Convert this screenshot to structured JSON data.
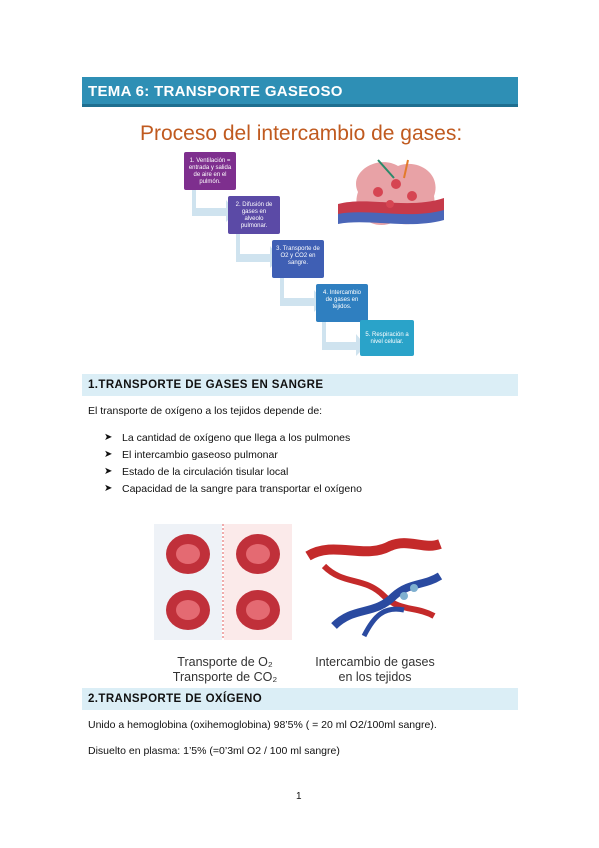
{
  "header": {
    "title": "TEMA 6: TRANSPORTE GASEOSO"
  },
  "process": {
    "title": "Proceso del intercambio de gases:",
    "steps": [
      "1. Ventilación = entrada y salida de aire en el pulmón.",
      "2. Difusión de gases en alveolo pulmonar.",
      "3. Transporte de O2 y CO2 en sangre.",
      "4. Intercambio de gases en tejidos.",
      "5. Respiración a nivel celular."
    ],
    "colors": [
      "#7e2f8e",
      "#5b4aa6",
      "#3f5fb4",
      "#2f7fc0",
      "#2aa3c9"
    ]
  },
  "section1": {
    "heading": "1.TRANSPORTE DE GASES EN SANGRE",
    "intro": "El transporte de oxígeno a los tejidos depende de:",
    "bullets": [
      "La cantidad de oxígeno que llega a los pulmones",
      "El intercambio gaseoso pulmonar",
      "Estado de la circulación tisular local",
      "Capacidad de la sangre para transportar el oxígeno"
    ],
    "figure_left_caption_1": "Transporte de O₂",
    "figure_left_caption_2": "Transporte de CO₂",
    "figure_right_caption_1": "Intercambio de gases",
    "figure_right_caption_2": "en los tejidos"
  },
  "section2": {
    "heading": "2.TRANSPORTE DE OXÍGENO",
    "line1": "Unido a hemoglobina (oxihemoglobina) 98’5% ( = 20 ml O2/100ml sangre).",
    "line2": "Disuelto en plasma: 1’5% (=0’3ml O2 / 100 ml sangre)"
  },
  "footer": {
    "page": "1"
  }
}
